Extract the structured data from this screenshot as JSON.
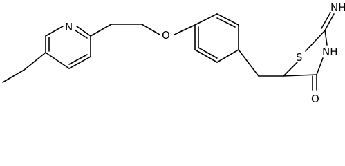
{
  "atoms": {
    "pyridine_n": "N",
    "ether_o": "O",
    "ring_s": "S",
    "imine_nh": "NH",
    "ring_nh": "NH",
    "carbonyl_o": "O"
  },
  "colors": {
    "bond": "#000000",
    "label": "#000000",
    "background": "#ffffff"
  }
}
